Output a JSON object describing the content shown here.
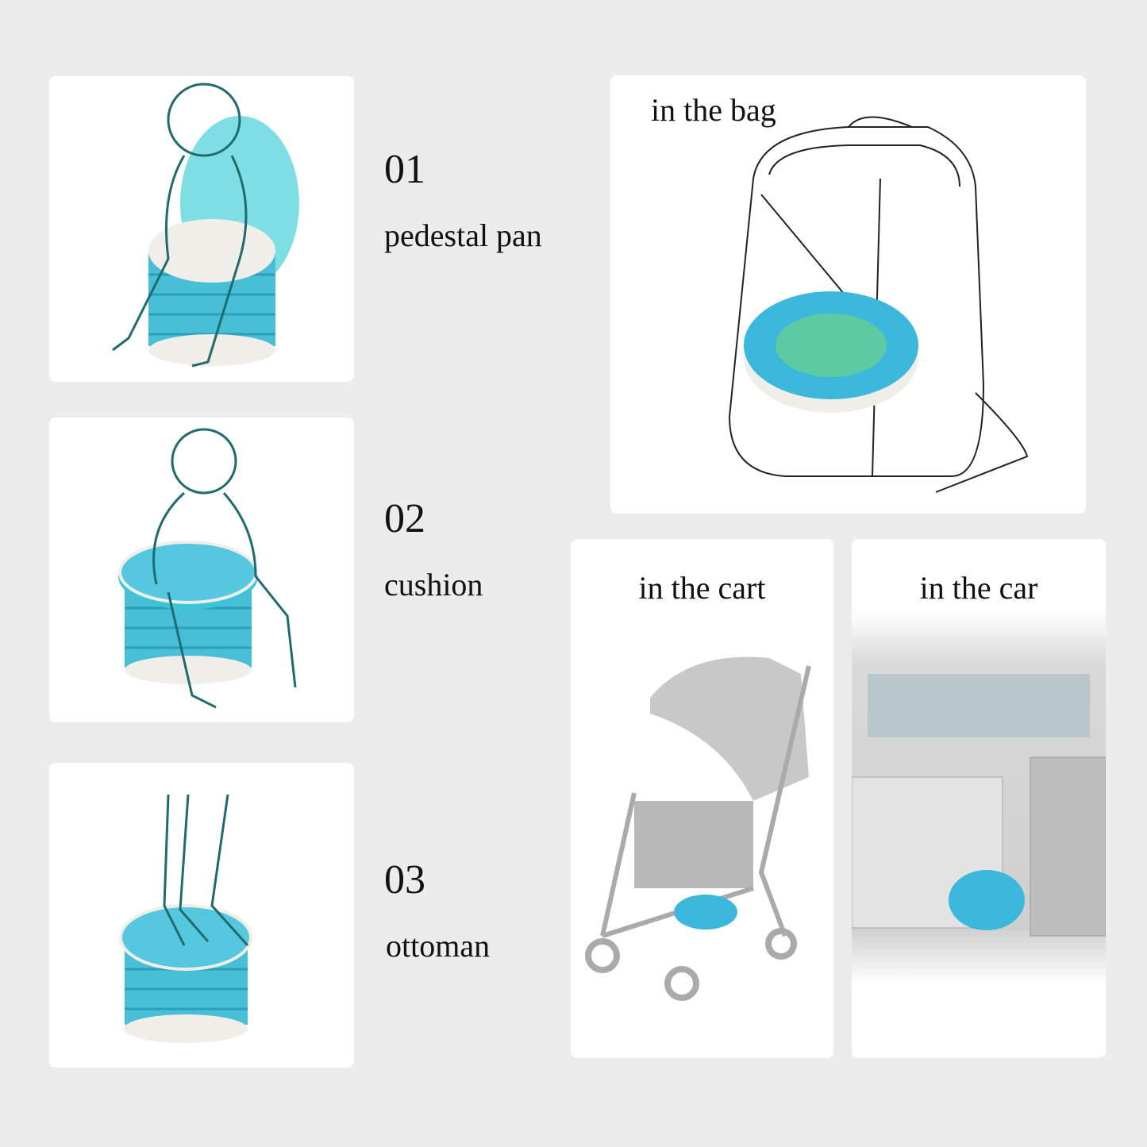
{
  "modes": [
    {
      "number": "01",
      "label": "pedestal pan"
    },
    {
      "number": "02",
      "label": "cushion"
    },
    {
      "number": "03",
      "label": "ottoman"
    }
  ],
  "scenes": [
    {
      "label": "in the bag"
    },
    {
      "label": "in the cart"
    },
    {
      "label": "in the car"
    }
  ],
  "colors": {
    "accent": "#3cc4d8",
    "outline": "#1f6b6e",
    "background": "#ececec"
  }
}
